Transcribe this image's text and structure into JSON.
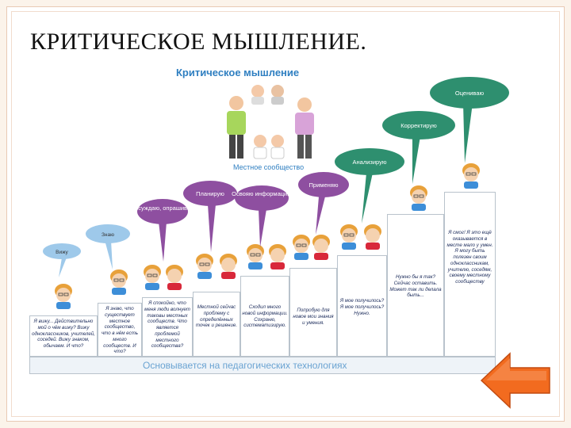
{
  "slide": {
    "title": "КРИТИЧЕСКОЕ МЫШЛЕНИЕ."
  },
  "diagram": {
    "title": "Критическое мышление",
    "community": "Местное сообщество",
    "base": "Основывается на педагогических технологиях",
    "bubbles": [
      {
        "label": "Вижу",
        "color": "#9ec9ea"
      },
      {
        "label": "Знаю",
        "color": "#9ec9ea"
      },
      {
        "label": "Обсуждаю, опрашиваю",
        "color": "#8e4fa0"
      },
      {
        "label": "Планирую",
        "color": "#8e4fa0"
      },
      {
        "label": "Освояю информацию",
        "color": "#8e4fa0"
      },
      {
        "label": "Применяю",
        "color": "#8e4fa0"
      },
      {
        "label": "Анализирую",
        "color": "#2e8f6f"
      },
      {
        "label": "Корректирую",
        "color": "#2e8f6f"
      },
      {
        "label": "Оцениваю",
        "color": "#2e8f6f"
      }
    ],
    "steps": [
      {
        "text": "Я вижу... Действительно мой о чём вижу? Вижу одноклассников, учителей, соседей. Вижу знаком, обычаем. И что?"
      },
      {
        "text": "Я знаю, что существует местное сообщество, что в нём есть много сообществ. И что?"
      },
      {
        "text": "Я спокойно, что меня люди волнует таковы местных сообществ. Что является проблемой местного сообщества?"
      },
      {
        "text": "Местной сейчас проблему с определённых точек и решение."
      },
      {
        "text": "Сходил много новой информации. Сохраню, систематизирую."
      },
      {
        "text": "Попробую для новое мои знания и умения."
      },
      {
        "text": "Я мое получилось? Я мое получилось? Нужно."
      },
      {
        "text": "Нужно бы я так? Сейчас оставить. Может так ли делала быть..."
      },
      {
        "text": "Я смог! Я это ещё оказывается в месте мало у умен. Я могу быть полезен своим одноклассникам, учителю, соседям, своему местному сообществу"
      }
    ]
  },
  "nav": {
    "back_icon": "left-arrow-icon",
    "accent": "#f26b1f"
  }
}
